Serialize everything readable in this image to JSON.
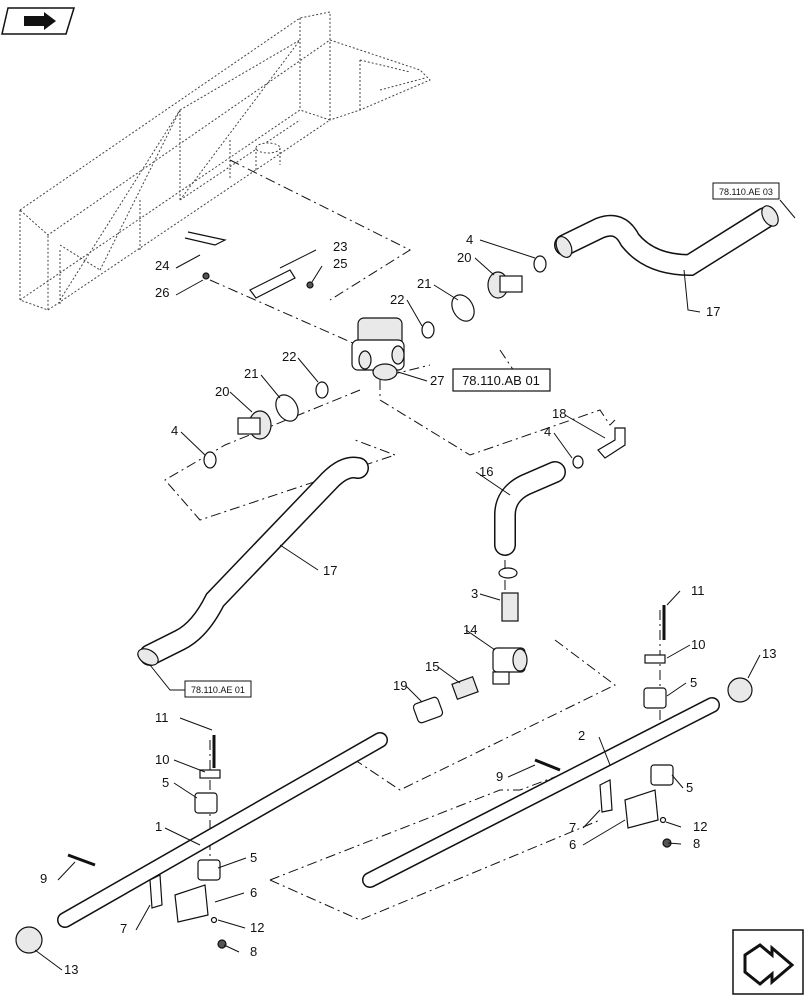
{
  "nav": {
    "top_icon": "book-arrow-icon",
    "bottom_icon": "next-page-arrow-icon"
  },
  "references": {
    "ab01": "78.110.AB 01",
    "ae01": "78.110.AE 01",
    "ae03": "78.110.AE 03"
  },
  "callouts": {
    "c1": "1",
    "c2": "2",
    "c3": "3",
    "c4a": "4",
    "c4b": "4",
    "c4c": "4",
    "c5a": "5",
    "c5b": "5",
    "c5c": "5",
    "c5d": "5",
    "c6a": "6",
    "c6b": "6",
    "c7a": "7",
    "c7b": "7",
    "c8a": "8",
    "c8b": "8",
    "c9a": "9",
    "c9b": "9",
    "c10a": "10",
    "c10b": "10",
    "c11a": "11",
    "c11b": "11",
    "c12a": "12",
    "c12b": "12",
    "c13a": "13",
    "c13b": "13",
    "c14": "14",
    "c15": "15",
    "c16": "16",
    "c17a": "17",
    "c17b": "17",
    "c18": "18",
    "c19": "19",
    "c20a": "20",
    "c20b": "20",
    "c21a": "21",
    "c21b": "21",
    "c22a": "22",
    "c22b": "22",
    "c23": "23",
    "c24": "24",
    "c25": "25",
    "c26": "26",
    "c27": "27"
  }
}
